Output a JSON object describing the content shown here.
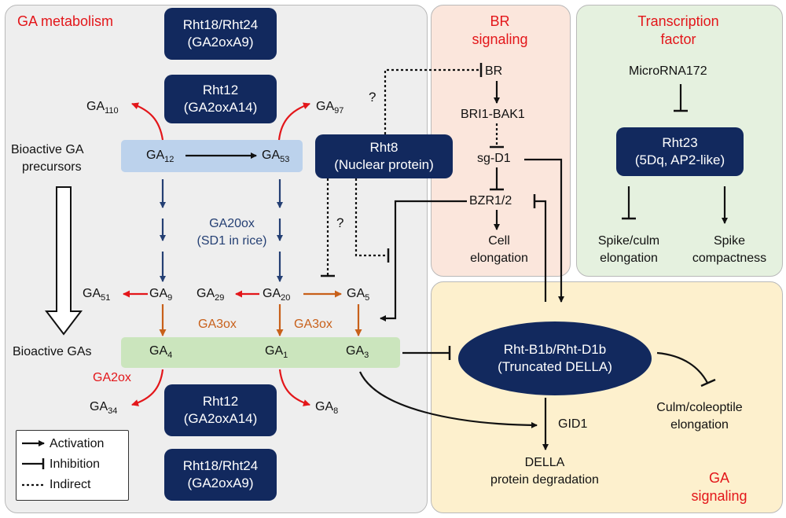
{
  "panels": {
    "ga_metabolism": "GA metabolism",
    "br_signaling": [
      "BR",
      "signaling"
    ],
    "transcription_factor": [
      "Transcription",
      "factor"
    ],
    "ga_signaling": [
      "GA",
      "signaling"
    ]
  },
  "ga_metabolism": {
    "genes": {
      "rht18_top": [
        "Rht18/Rht24",
        "(GA2oxA9)"
      ],
      "rht12_top": [
        "Rht12",
        "(GA2oxA14)"
      ],
      "rht12_bottom": [
        "Rht12",
        "(GA2oxA14)"
      ],
      "rht18_bottom": [
        "Rht18/Rht24",
        "(GA2oxA9)"
      ],
      "rht8": [
        "Rht8",
        "(Nuclear protein)"
      ]
    },
    "precursors_label": [
      "Bioactive GA",
      "precursors"
    ],
    "bioactive_label": "Bioactive GAs",
    "ga20ox_label": [
      "GA20ox",
      "(SD1 in rice)"
    ],
    "ga3ox_left": "GA3ox",
    "ga3ox_right": "GA3ox",
    "ga2ox": "GA2ox",
    "question_marks": [
      "?",
      "?"
    ],
    "gibberellins": {
      "ga110": {
        "base": "GA",
        "sub": "110"
      },
      "ga97": {
        "base": "GA",
        "sub": "97"
      },
      "ga12": {
        "base": "GA",
        "sub": "12"
      },
      "ga53": {
        "base": "GA",
        "sub": "53"
      },
      "ga51": {
        "base": "GA",
        "sub": "51"
      },
      "ga9": {
        "base": "GA",
        "sub": "9"
      },
      "ga29": {
        "base": "GA",
        "sub": "29"
      },
      "ga20": {
        "base": "GA",
        "sub": "20"
      },
      "ga5": {
        "base": "GA",
        "sub": "5"
      },
      "ga4": {
        "base": "GA",
        "sub": "4"
      },
      "ga1": {
        "base": "GA",
        "sub": "1"
      },
      "ga3": {
        "base": "GA",
        "sub": "3"
      },
      "ga34": {
        "base": "GA",
        "sub": "34"
      },
      "ga8": {
        "base": "GA",
        "sub": "8"
      }
    }
  },
  "br_signaling": {
    "br": "BR",
    "bri1_bak1": "BRI1-BAK1",
    "sg_d1": "sg-D1",
    "bzr": "BZR1/2",
    "cell_elongation": [
      "Cell",
      "elongation"
    ]
  },
  "transcription_factor": {
    "microrna": "MicroRNA172",
    "rht23": [
      "Rht23",
      "(5Dq, AP2-like)"
    ],
    "spike_culm": [
      "Spike/culm",
      "elongation"
    ],
    "spike_compactness": [
      "Spike",
      "compactness"
    ]
  },
  "ga_signaling": {
    "della": [
      "Rht-B1b/Rht-D1b",
      "(Truncated DELLA)"
    ],
    "gid1": "GID1",
    "della_degradation": [
      "DELLA",
      "protein degradation"
    ],
    "culm_coleoptile": [
      "Culm/coleoptile",
      "elongation"
    ]
  },
  "legend": {
    "activation": "Activation",
    "inhibition": "Inhibition",
    "indirect": "Indirect"
  },
  "colors": {
    "title_red": "#e3161a",
    "navy": "#12295e",
    "blue_arrow": "#243f73",
    "red_arrow": "#e3161a",
    "orange_arrow": "#c8601a",
    "ga_panel_bg": "#eeeeee",
    "br_panel_bg": "#fbe6dc",
    "tf_panel_bg": "#e5f1df",
    "gs_panel_bg": "#fdf0cd",
    "precursor_bar": "#bcd2ec",
    "bioactive_bar": "#cbe5bd"
  }
}
